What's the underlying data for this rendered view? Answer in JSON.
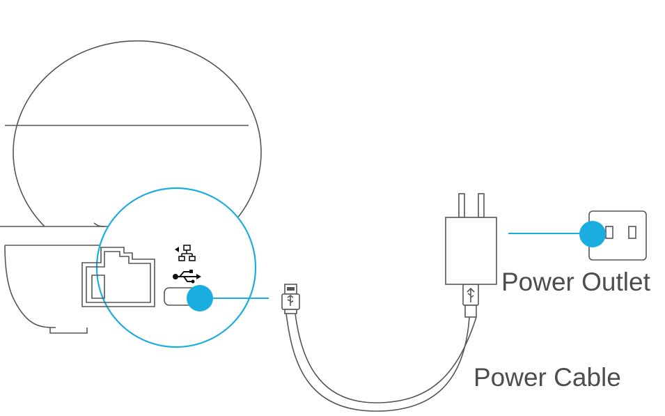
{
  "labels": {
    "power_outlet": "Power Outlet",
    "power_cable": "Power Cable"
  },
  "icons": [
    "camera-dome",
    "ethernet-port-icon",
    "network-icon",
    "usb-icon",
    "micro-usb-port",
    "magnifier-circle",
    "micro-usb-plug",
    "usb-a-plug",
    "power-adapter",
    "power-outlet",
    "connection-dot"
  ],
  "colors": {
    "accent": "#1aaee0",
    "line": "#555555",
    "text": "#4d4d4d",
    "background": "#ffffff"
  }
}
